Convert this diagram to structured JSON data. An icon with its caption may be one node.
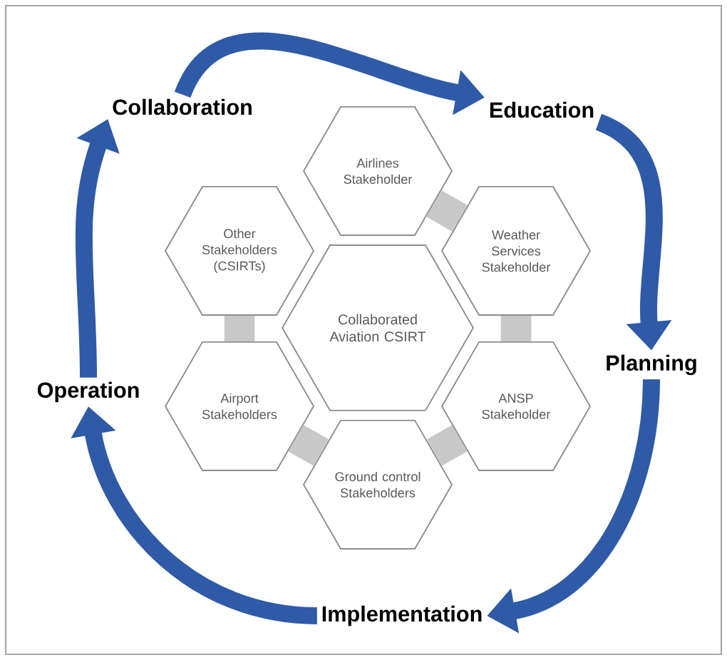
{
  "diagram": {
    "nodes": [
      {
        "text": [
          "Collaboration"
        ]
      },
      {
        "text": [
          "Education"
        ]
      },
      {
        "text": [
          "Airlines Stakeholder"
        ]
      },
      {
        "text": [
          "Other Stakeholders (CSIRTs)"
        ]
      },
      {
        "text": [
          "Weather Services Stakeholder"
        ]
      },
      {
        "text": [
          "Collaborated Aviation CSIRT"
        ]
      },
      {
        "text": [
          "Operation"
        ]
      },
      {
        "text": [
          "Airport Stakeholders"
        ]
      },
      {
        "text": [
          "ANSP Stakeholder"
        ]
      },
      {
        "text": [
          "Planning"
        ]
      },
      {
        "text": [
          "Ground control Stakeholders"
        ]
      },
      {
        "text": [
          "Implementation"
        ]
      }
    ],
    "edges": [
      {
        "from": 0,
        "to": 1,
        "arrow": "to"
      },
      {
        "from": 1,
        "to": 9,
        "arrow": "to"
      },
      {
        "from": 9,
        "to": 11,
        "arrow": "to"
      },
      {
        "from": 11,
        "to": 6,
        "arrow": "to"
      },
      {
        "from": 6,
        "to": 0,
        "arrow": "to"
      },
      {
        "from": 2,
        "to": 4,
        "arrow": "none",
        "color": "#c8c8c8"
      },
      {
        "from": 4,
        "to": 8,
        "arrow": "none",
        "color": "#c8c8c8"
      },
      {
        "from": 8,
        "to": 10,
        "arrow": "none",
        "color": "#c8c8c8"
      },
      {
        "from": 10,
        "to": 7,
        "arrow": "none",
        "color": "#c8c8c8"
      },
      {
        "from": 3,
        "to": 7,
        "arrow": "none",
        "color": "#c8c8c8"
      }
    ]
  }
}
